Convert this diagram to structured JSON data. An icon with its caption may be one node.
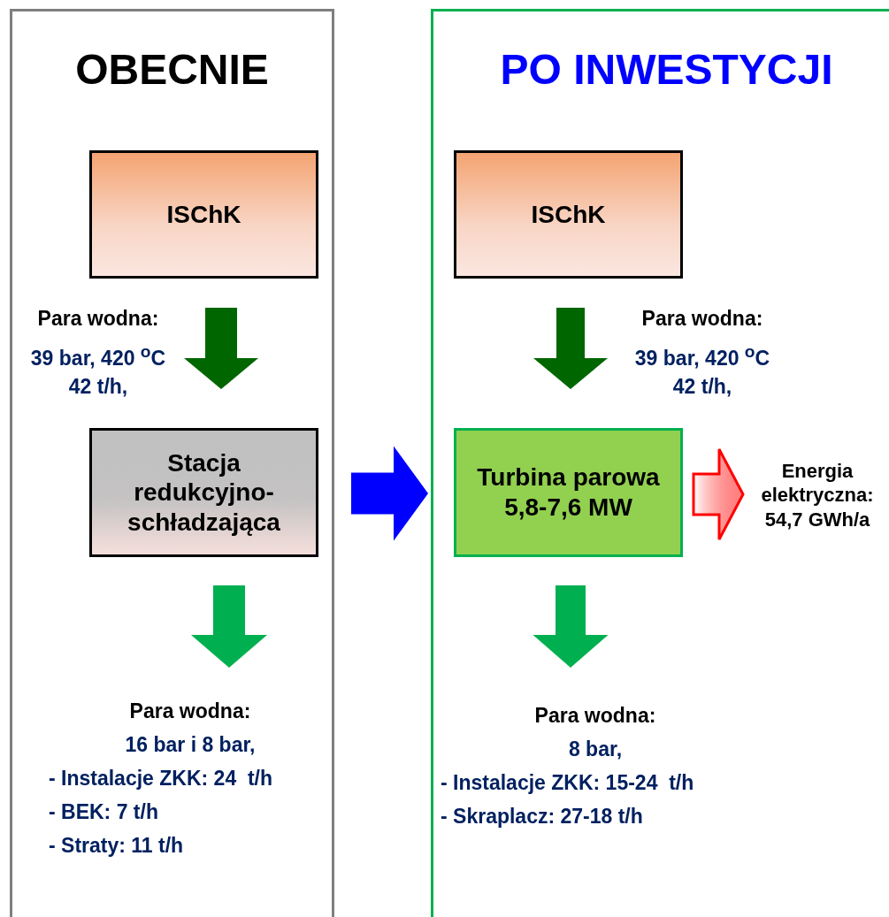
{
  "diagram": {
    "nodes": [
      {
        "text": [
          "OBECNIE"
        ]
      },
      {
        "text": [
          "ISChK"
        ],
        "in": 0
      },
      {
        "text": [
          "Stacja redukcyjno-schładzająca"
        ],
        "in": 0
      },
      {
        "text": [
          "Para wodna:",
          "16 bar i 8 bar,",
          "- Instalacje ZKK: 24  t/h",
          "- BEK: 7 t/h",
          "- Straty: 11 t/h"
        ],
        "in": 0
      },
      {
        "text": [
          "PO INWESTYCJI"
        ]
      },
      {
        "text": [
          "ISChK"
        ],
        "in": 4
      },
      {
        "text": [
          "Turbina parowa 5,8-7,6 MW"
        ],
        "in": 4
      },
      {
        "text": [
          "Para wodna:",
          "8 bar,",
          "- Instalacje ZKK: 15-24  t/h",
          "- Skraplacz: 27-18 t/h"
        ],
        "in": 4
      },
      {
        "text": [
          "Energia elektryczna: 54,7 GWh/a"
        ],
        "in": 4
      }
    ],
    "edges": [
      {
        "from": 1,
        "to": 2,
        "arrow": "to",
        "color": "#006600"
      },
      {
        "from": 2,
        "to": 3,
        "arrow": "to",
        "color": "#00b050"
      },
      {
        "from": 0,
        "to": 4,
        "arrow": "to",
        "color": "#0000ff"
      },
      {
        "from": 5,
        "to": 6,
        "arrow": "to",
        "color": "#006600"
      },
      {
        "from": 6,
        "to": 7,
        "arrow": "to",
        "color": "#00b050"
      },
      {
        "from": 6,
        "to": 8,
        "arrow": "to",
        "color": "#ff0000"
      }
    ],
    "labels": [
      "Para wodna:",
      "39 bar, 420 $^{o}$C 42 t/h,",
      "Para wodna:",
      "39 bar, 420 $^{o}$C 42 t/h,"
    ]
  }
}
